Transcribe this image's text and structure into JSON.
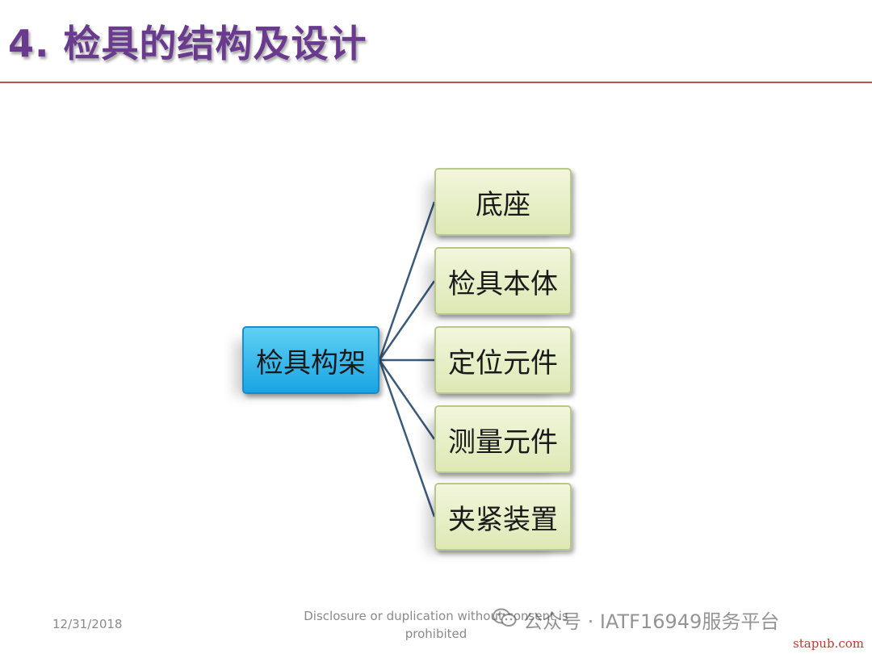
{
  "slide": {
    "title": "4. 检具的结构及设计"
  },
  "diagram": {
    "root": "检具构架",
    "children": [
      "底座",
      "检具本体",
      "定位元件",
      "测量元件",
      "夹紧装置"
    ]
  },
  "footer": {
    "date": "12/31/2018",
    "notice": "Disclosure or duplication without consent is prohibited"
  },
  "watermark": {
    "text": "公众号 · IATF16949服务平台"
  },
  "site": "stapub.com",
  "colors": {
    "title": "#6a3a8e",
    "rule": "#c0504d",
    "root_fill": "#1aa4e4",
    "child_fill": "#dde8b4",
    "connector": "#3b5a7a"
  }
}
